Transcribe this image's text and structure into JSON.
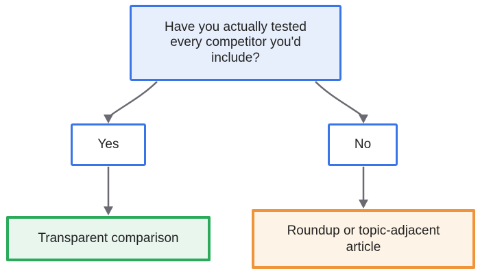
{
  "diagram": {
    "title": "decision-flowchart",
    "background": "#ffffff",
    "text_color": "#222222",
    "edge_color": "#6a6a72",
    "nodes": {
      "question": {
        "label": "Have you actually tested every competitor you'd include?",
        "fill": "#e8effc",
        "border": "#3a75e8"
      },
      "yes": {
        "label": "Yes",
        "fill": "#ffffff",
        "border": "#3a75e8"
      },
      "no": {
        "label": "No",
        "fill": "#ffffff",
        "border": "#3a75e8"
      },
      "outcome_yes": {
        "label": "Transparent comparison",
        "fill": "#e8f6ee",
        "border": "#2caa5c"
      },
      "outcome_no": {
        "label": "Roundup or topic-adjacent article",
        "fill": "#fdf3e6",
        "border": "#f09439"
      }
    },
    "edges": [
      {
        "from": "question",
        "to": "yes"
      },
      {
        "from": "question",
        "to": "no"
      },
      {
        "from": "yes",
        "to": "outcome_yes"
      },
      {
        "from": "no",
        "to": "outcome_no"
      }
    ]
  }
}
